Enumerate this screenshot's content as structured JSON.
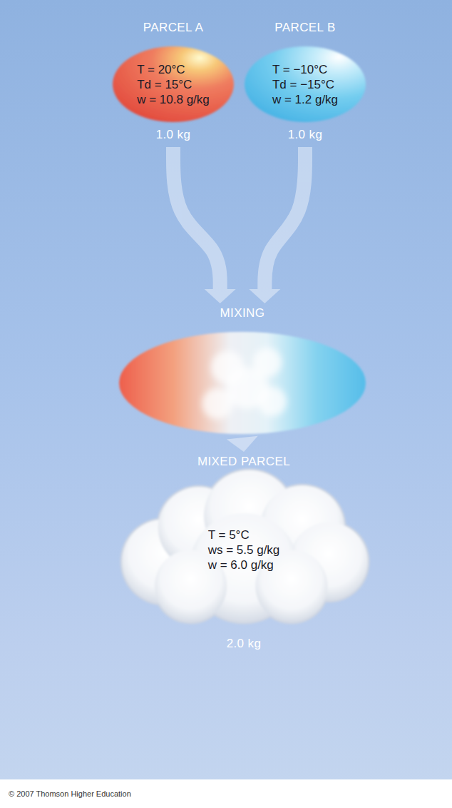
{
  "diagram": {
    "nodes": [
      {
        "text": [
          "PARCEL A",
          "T = 20°C",
          "Td = 15°C",
          "w = 10.8 g/kg",
          "1.0 kg"
        ]
      },
      {
        "text": [
          "PARCEL B",
          "T = −10°C",
          "Td = −15°C",
          "w = 1.2 g/kg",
          "1.0 kg"
        ]
      },
      {
        "text": [
          "MIXING"
        ]
      },
      {
        "text": [
          "MIXED PARCEL",
          "T = 5°C",
          "ws = 5.5 g/kg",
          "w = 6.0 g/kg",
          "2.0 kg"
        ]
      }
    ],
    "edges": [
      {
        "from": 0,
        "to": 2,
        "arrow": "to"
      },
      {
        "from": 1,
        "to": 2,
        "arrow": "to"
      },
      {
        "from": 2,
        "to": 3,
        "arrow": "to"
      }
    ],
    "labels": [
      "© 2007 Thomson Higher Education"
    ]
  }
}
